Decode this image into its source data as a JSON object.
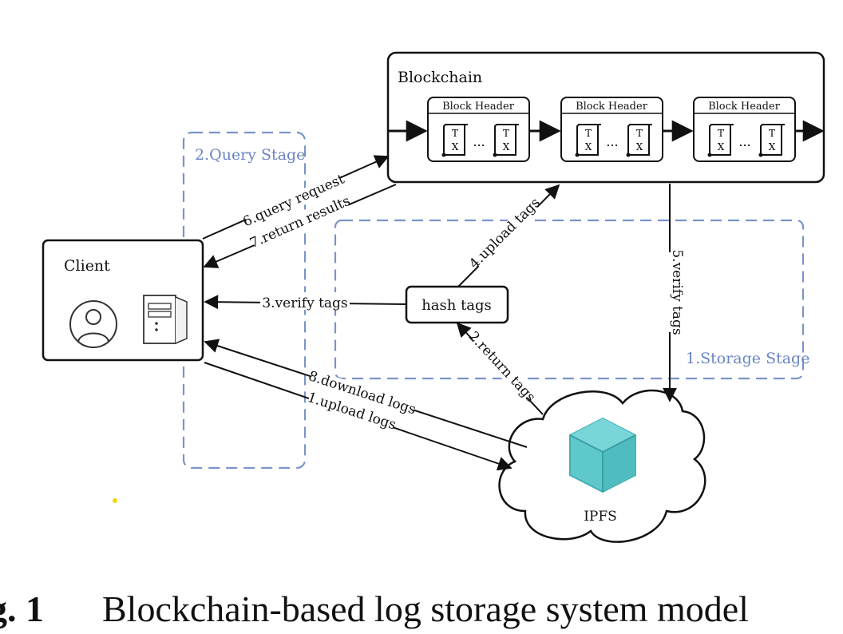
{
  "blockchain": {
    "title": "Blockchain",
    "blocks": [
      {
        "header": "Block Header",
        "tx_top": "T",
        "tx_bottom": "X",
        "ellipsis": "..."
      },
      {
        "header": "Block Header",
        "tx_top": "T",
        "tx_bottom": "X",
        "ellipsis": "..."
      },
      {
        "header": "Block Header",
        "tx_top": "T",
        "tx_bottom": "X",
        "ellipsis": "..."
      }
    ]
  },
  "client": {
    "title": "Client",
    "icons": [
      "user-avatar-icon",
      "server-icon"
    ]
  },
  "hash_tags": "hash tags",
  "ipfs": {
    "label": "IPFS",
    "icon": "cube-icon",
    "cube_color": "#5ec8cb"
  },
  "stages": {
    "query": "2.Query Stage",
    "storage": "1.Storage Stage",
    "color": "#7a93c9"
  },
  "edges": {
    "query_request": "6.query request",
    "return_results": "7.return results",
    "verify_tags_client": "3.verify tags",
    "upload_tags": "4.upload tags",
    "verify_tags_ipfs": "5.verify tags",
    "return_tags": "2.return tags",
    "download_logs": "8.download logs",
    "upload_logs": "1.upload logs"
  },
  "caption": {
    "label": "g. 1",
    "text": "Blockchain-based log storage system model"
  }
}
